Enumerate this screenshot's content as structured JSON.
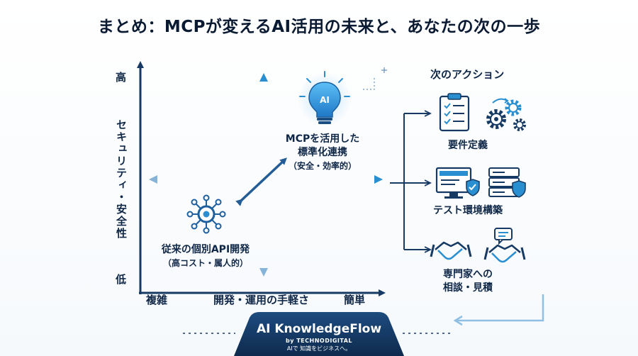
{
  "title": "まとめ：MCPが変えるAI活用の未来と、あなたの次の一歩",
  "axes": {
    "y_high": "高",
    "y_low": "低",
    "y_title": "セキュリティ・安全性",
    "x_left": "複雑",
    "x_title": "開発・運用の手軽さ",
    "x_right": "簡単"
  },
  "mcp_box": {
    "icon_text": "AI",
    "line1": "MCPを活用した",
    "line2": "標準化連携",
    "line3": "（安全・効率的）"
  },
  "legacy_box": {
    "line1": "従来の個別API開発",
    "line2": "（高コスト・属人的）"
  },
  "actions": {
    "title": "次のアクション",
    "items": [
      {
        "label": "要件定義"
      },
      {
        "label": "テスト環境構築"
      },
      {
        "label_line1": "専門家への",
        "label_line2": "相談・見積"
      }
    ]
  },
  "footer": {
    "brand": "AI KnowledgeFlow",
    "by": "by TECHNODIGITAL",
    "tagline": "AIで 知識をビジネスへ。"
  },
  "colors": {
    "navy": "#163a63",
    "accent": "#2a8fd0",
    "light": "#8fbfe3"
  }
}
